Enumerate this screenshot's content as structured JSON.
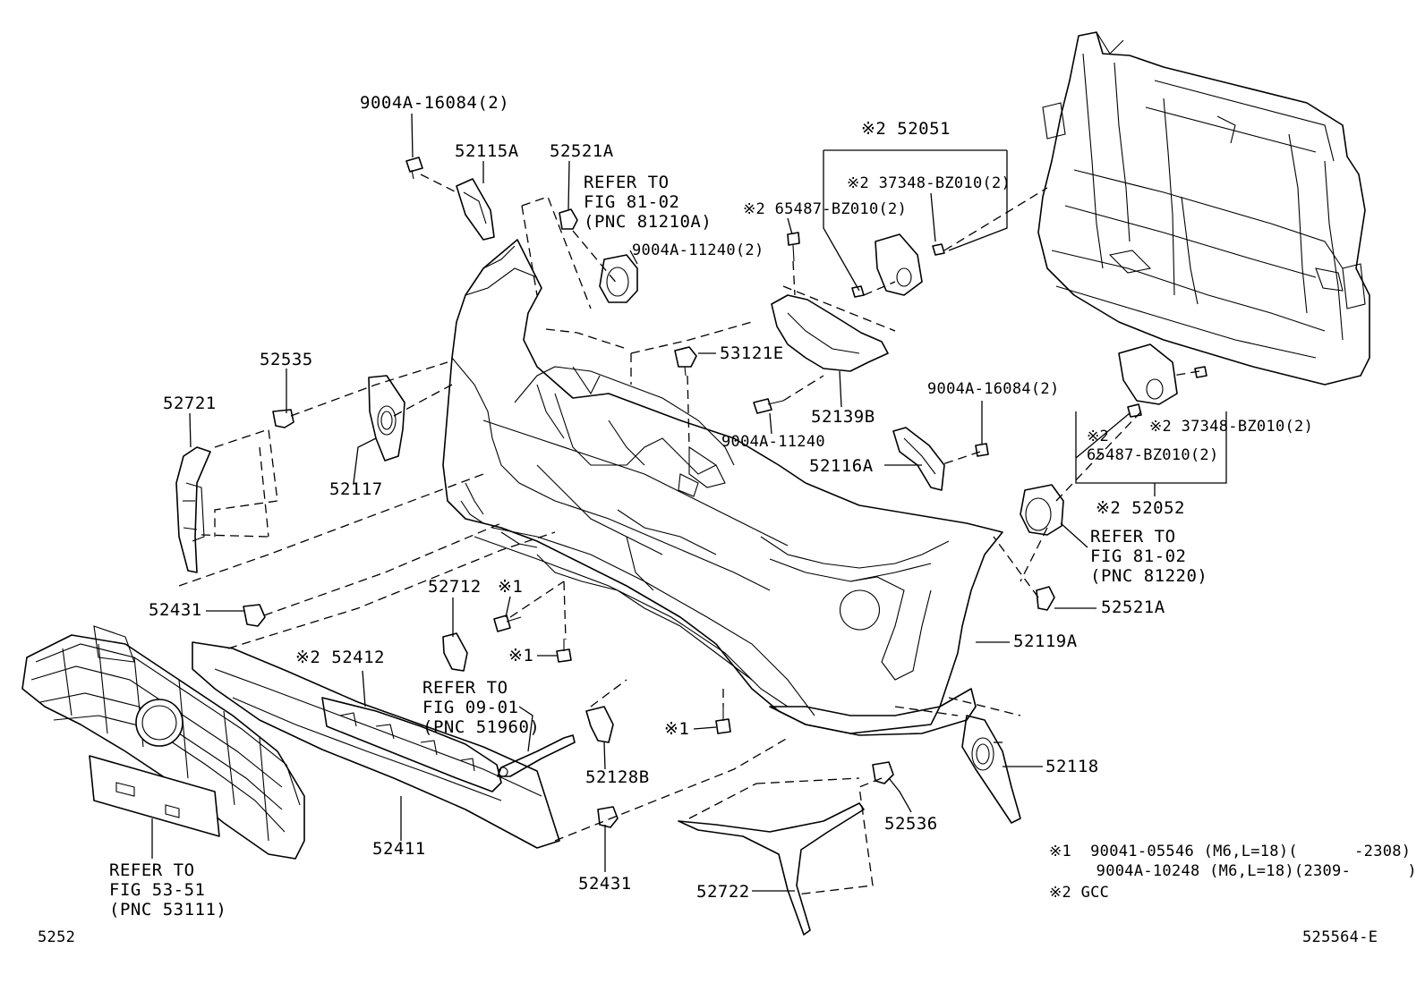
{
  "diagram": {
    "labels": {
      "p9004A_16084_top": "9004A-16084(2)",
      "p52115A": "52115A",
      "p52521A_top": "52521A",
      "refer_81210A": "REFER TO\nFIG 81-02\n(PNC 81210A)",
      "p52051": "※2 52051",
      "p37348_top": "※2 37348-BZ010(2)",
      "p65487_top": "※2 65487-BZ010(2)",
      "p9004A_11240_2": "9004A-11240(2)",
      "p53121E": "53121E",
      "p9004A_11240": "9004A-11240",
      "p52139B": "52139B",
      "p52535": "52535",
      "p52721": "52721",
      "p52117": "52117",
      "p9004A_16084_right": "9004A-16084(2)",
      "p52116A": "52116A",
      "p65487_right": "※2\n65487-BZ010(2)",
      "p37348_right": "※2 37348-BZ010(2)",
      "p52052": "※2 52052",
      "refer_81220": "REFER TO\nFIG 81-02\n(PNC 81220)",
      "p52521A_right": "52521A",
      "p52119A": "52119A",
      "p52431_left": "52431",
      "p52712": "52712",
      "mark1_a": "※1",
      "mark1_b": "※1",
      "mark1_c": "※1",
      "p52412": "※2 52412",
      "refer_51960": "REFER TO\nFIG 09-01\n(PNC 51960)",
      "p52128B": "52128B",
      "p52118": "52118",
      "p52536": "52536",
      "p52411": "52411",
      "p52431_bottom": "52431",
      "p52722": "52722",
      "refer_53111": "REFER TO\nFIG 53-51\n(PNC 53111)",
      "note1_line1": "※1  90041-05546 (M6,L=18)(      -2308)",
      "note1_line2": "     9004A-10248 (M6,L=18)(2309-      )",
      "note2": "※2 GCC",
      "page_code_left": "5252",
      "page_code_right": "525564-E"
    }
  }
}
